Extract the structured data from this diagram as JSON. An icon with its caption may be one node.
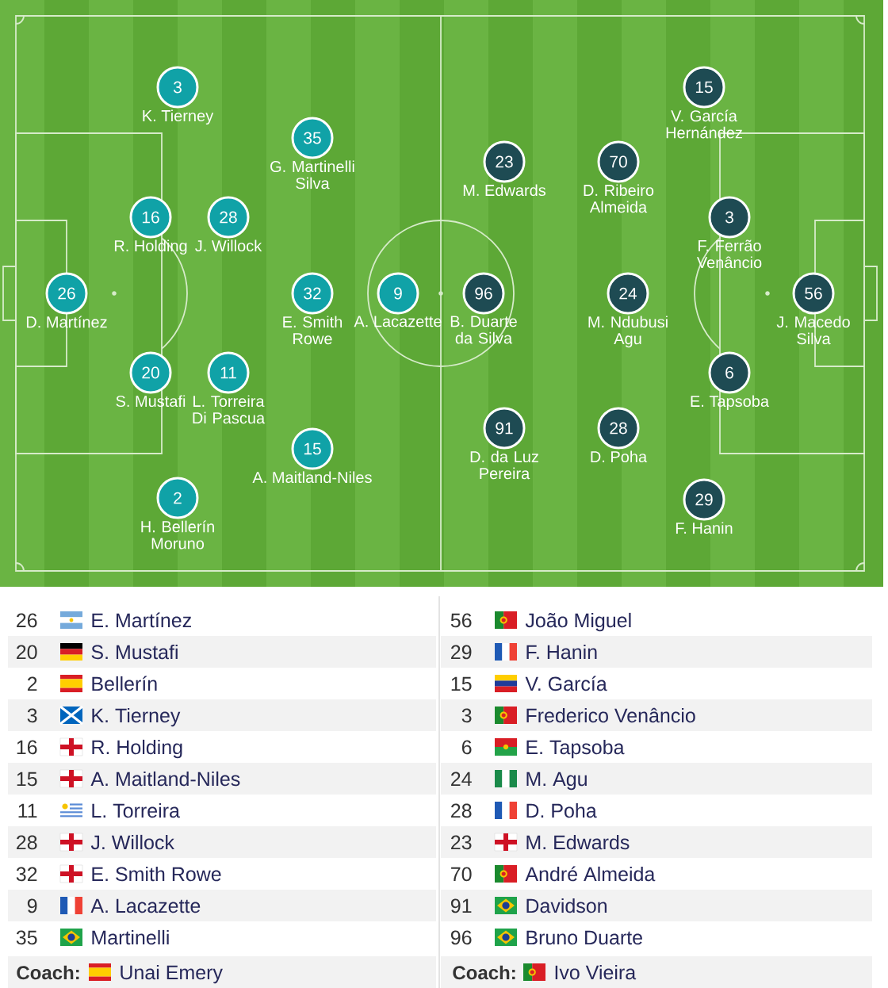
{
  "diagram": {
    "nodes": [
      {
        "text": [
          "26"
        ],
        "beside": [
          "D. Martínez"
        ]
      },
      {
        "text": [
          "3"
        ],
        "beside": [
          "K. Tierney"
        ]
      },
      {
        "text": [
          "16"
        ],
        "beside": [
          "R. Holding"
        ]
      },
      {
        "text": [
          "20"
        ],
        "beside": [
          "S. Mustafi"
        ]
      },
      {
        "text": [
          "2"
        ],
        "beside": [
          "H. Bellerín Moruno"
        ]
      },
      {
        "text": [
          "28"
        ],
        "beside": [
          "J. Willock"
        ]
      },
      {
        "text": [
          "11"
        ],
        "beside": [
          "L. Torreira Di Pascua"
        ]
      },
      {
        "text": [
          "35"
        ],
        "beside": [
          "G. Martinelli Silva"
        ]
      },
      {
        "text": [
          "32"
        ],
        "beside": [
          "E. Smith Rowe"
        ]
      },
      {
        "text": [
          "15"
        ],
        "beside": [
          "A. Maitland-Niles"
        ]
      },
      {
        "text": [
          "9"
        ],
        "beside": [
          "A. Lacazette"
        ]
      },
      {
        "text": [
          "56"
        ],
        "beside": [
          "J. Macedo Silva"
        ]
      },
      {
        "text": [
          "15"
        ],
        "beside": [
          "V. García Hernández"
        ]
      },
      {
        "text": [
          "3"
        ],
        "beside": [
          "F. Ferrão Venâncio"
        ]
      },
      {
        "text": [
          "6"
        ],
        "beside": [
          "E. Tapsoba"
        ]
      },
      {
        "text": [
          "29"
        ],
        "beside": [
          "F. Hanin"
        ]
      },
      {
        "text": [
          "70"
        ],
        "beside": [
          "D. Ribeiro Almeida"
        ]
      },
      {
        "text": [
          "24"
        ],
        "beside": [
          "M. Ndubusi Agu"
        ]
      },
      {
        "text": [
          "28"
        ],
        "beside": [
          "D. Poha"
        ]
      },
      {
        "text": [
          "23"
        ],
        "beside": [
          "M. Edwards"
        ]
      },
      {
        "text": [
          "96"
        ],
        "beside": [
          "B. Duarte da Silva"
        ]
      },
      {
        "text": [
          "91"
        ],
        "beside": [
          "D. da Luz Pereira"
        ]
      }
    ],
    "labels": [
      "26",
      "E. Martínez",
      "20",
      "S. Mustafi",
      "2",
      "Bellerín",
      "3",
      "K. Tierney",
      "16",
      "R. Holding",
      "15",
      "A. Maitland-Niles",
      "11",
      "L. Torreira",
      "28",
      "J. Willock",
      "32",
      "E. Smith Rowe",
      "9",
      "A. Lacazette",
      "35",
      "Martinelli",
      "Coach:",
      "Unai Emery",
      "56",
      "João Miguel",
      "29",
      "F. Hanin",
      "15",
      "V. García",
      "3",
      "Frederico Venâncio",
      "6",
      "E. Tapsoba",
      "24",
      "M. Agu",
      "28",
      "D. Poha",
      "23",
      "M. Edwards",
      "70",
      "André Almeida",
      "91",
      "Davidson",
      "96",
      "Bruno Duarte",
      "Coach:",
      "Ivo Vieira"
    ]
  }
}
